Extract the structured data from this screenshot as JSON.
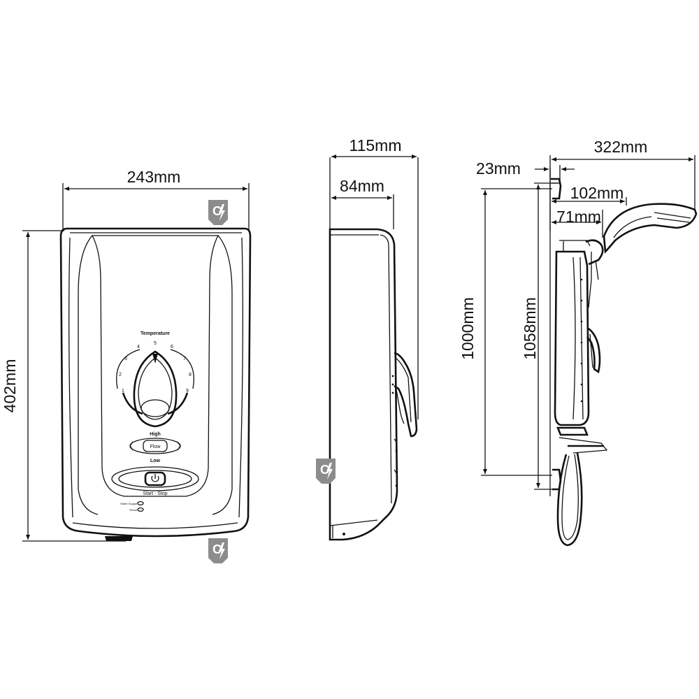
{
  "front_view": {
    "width_label": "243mm",
    "height_label": "402mm",
    "temperature_label": "Temperature",
    "dial_numbers": [
      "1",
      "2",
      "3",
      "4",
      "5",
      "6",
      "7",
      "8",
      "9"
    ],
    "flow_high_label": "High",
    "flow_label": "Flow",
    "flow_low_label": "Low",
    "start_stop_label": "Start · Stop",
    "indicator_water_supply": "Water Supply",
    "indicator_reset": "Reset"
  },
  "side_view": {
    "depth_label": "115mm",
    "inner_depth_label": "84mm"
  },
  "kit_view": {
    "total_depth_label": "322mm",
    "bracket_offset_label": "23mm",
    "rail_offset_label": "102mm",
    "rail_depth_label": "71mm",
    "rail_length_label": "1000mm",
    "overall_height_label": "1058mm"
  },
  "badges": {
    "icon": "c-lightning-badge-icon",
    "letter": "C"
  },
  "colors": {
    "line": "#111111",
    "badge": "#8c8c8c",
    "background": "#ffffff"
  }
}
